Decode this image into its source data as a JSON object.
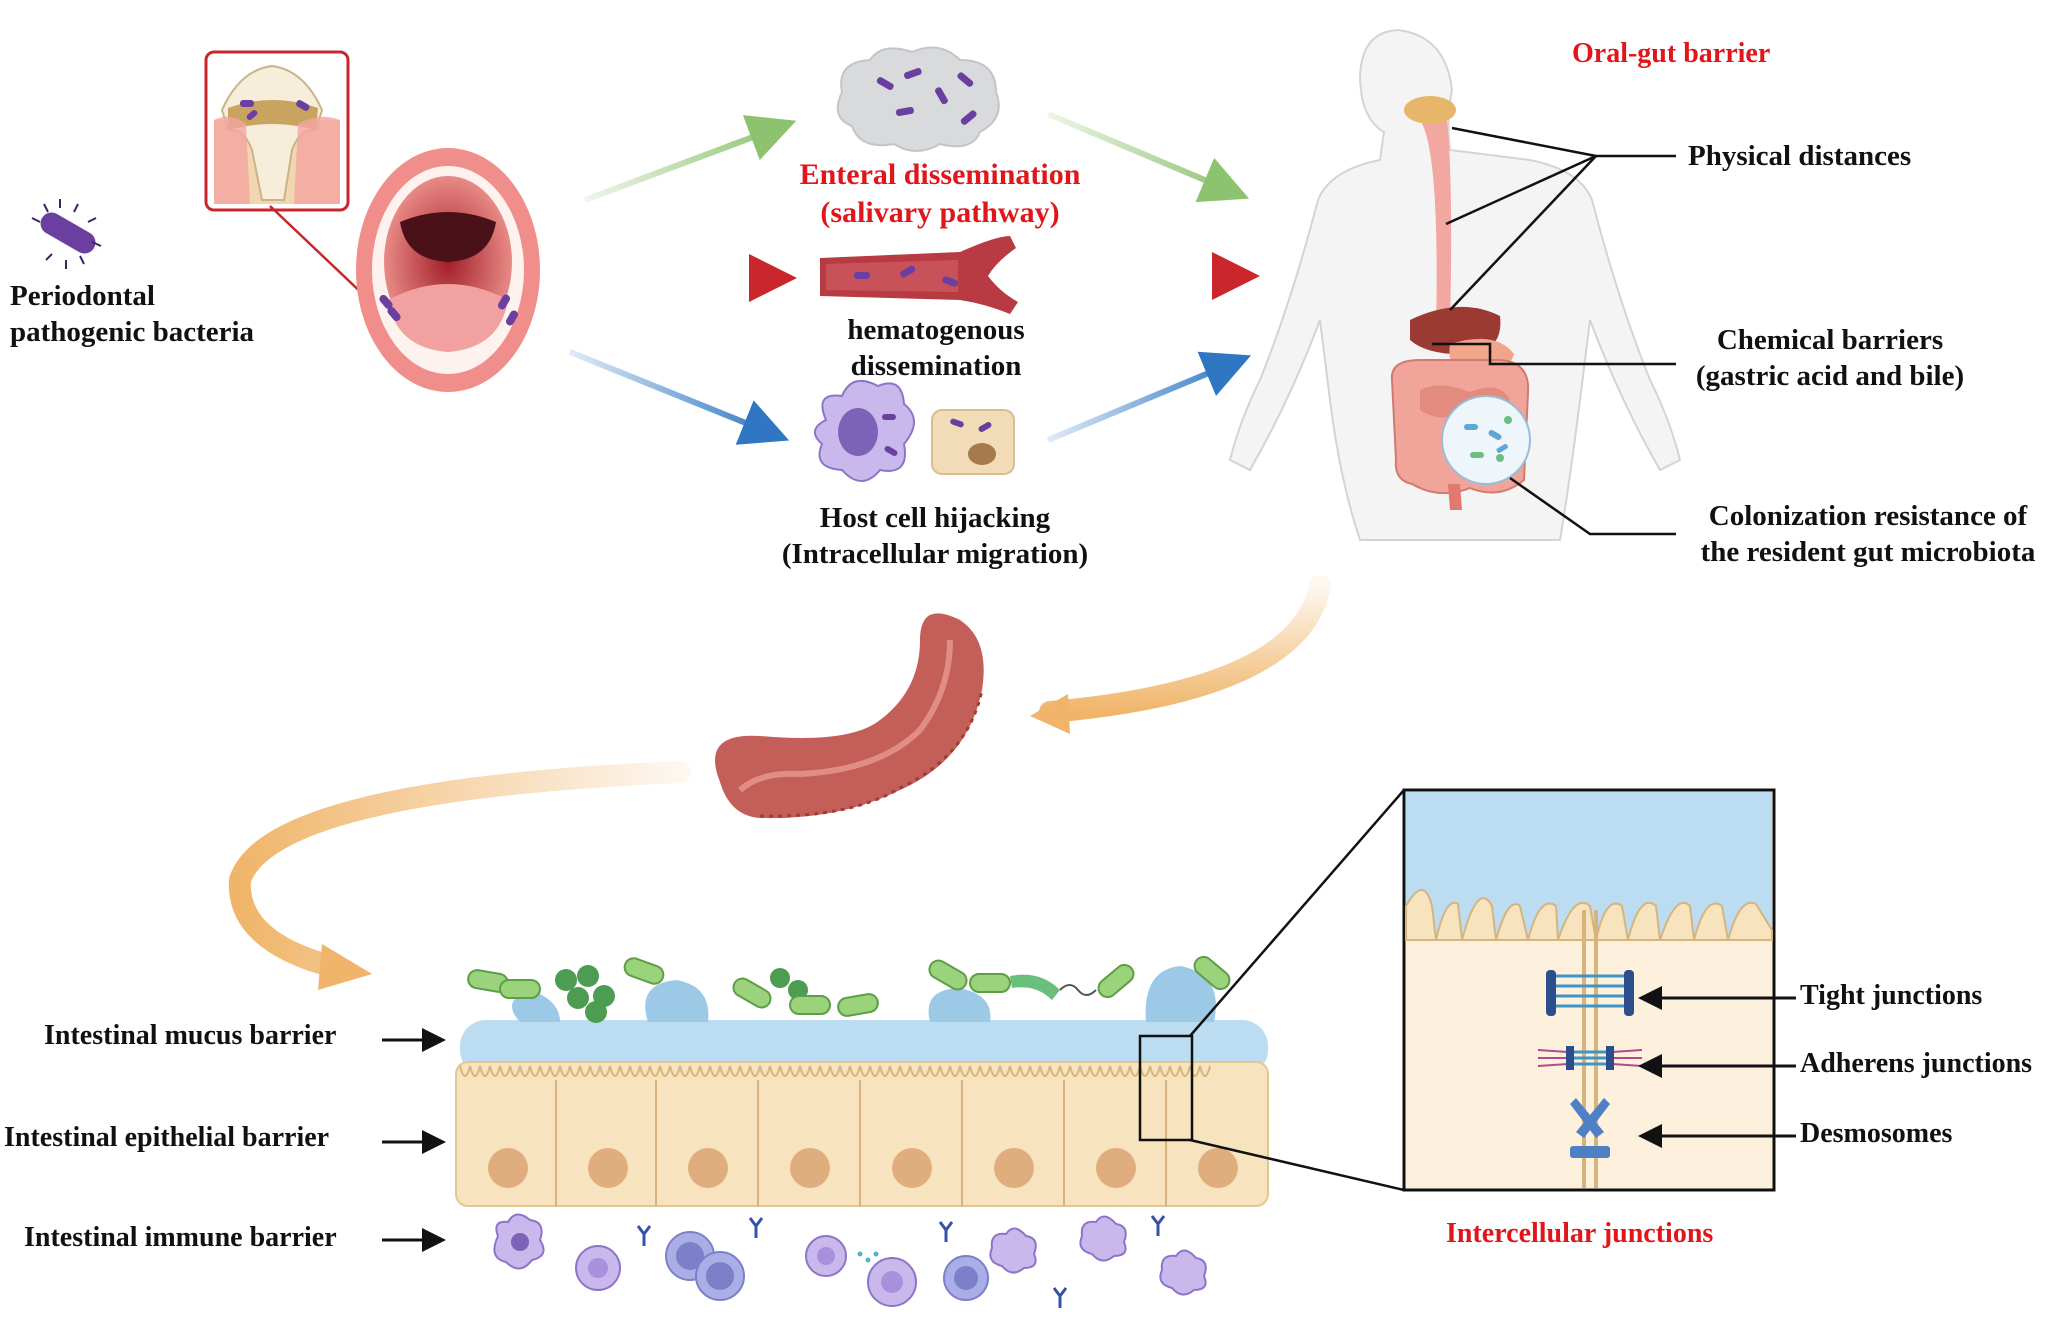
{
  "bacteria": {
    "label_line1": "Periodontal",
    "label_line2": "pathogenic bacteria"
  },
  "pathways": {
    "enteral_line1": "Enteral dissemination",
    "enteral_line2": "(salivary pathway)",
    "hematogenous_line1": "hematogenous",
    "hematogenous_line2": "dissemination",
    "hijacking_line1": "Host cell hijacking",
    "hijacking_line2": "(Intracellular migration)"
  },
  "body": {
    "title": "Oral-gut barrier",
    "physical": "Physical distances",
    "chemical_line1": "Chemical barriers",
    "chemical_line2": "(gastric acid and bile)",
    "colonization_line1": "Colonization resistance of",
    "colonization_line2": "the resident gut microbiota"
  },
  "intestine": {
    "mucus": "Intestinal mucus barrier",
    "epithelial": "Intestinal epithelial barrier",
    "immune": "Intestinal immune barrier"
  },
  "junctions": {
    "title": "Intercellular junctions",
    "tight": "Tight junctions",
    "adherens": "Adherens junctions",
    "desmosomes": "Desmosomes"
  },
  "colors": {
    "green_arrow": "#8dc26f",
    "red_arrow": "#c8262b",
    "blue_arrow": "#2f77c2",
    "orange_arrow": "#f0b56a",
    "red_text": "#e0161b",
    "bacteria": "#6b3fa0",
    "mucus": "#bcdcf2",
    "epithelium": "#f7e3bd",
    "nucleus": "#e0ad7e"
  }
}
